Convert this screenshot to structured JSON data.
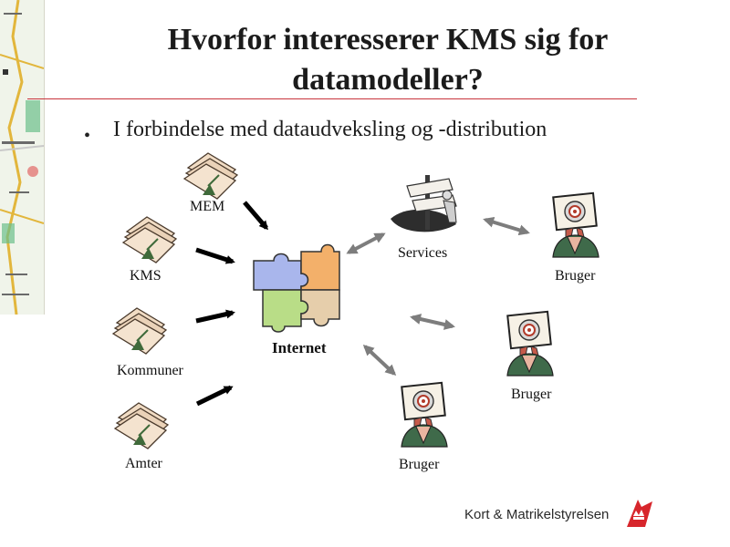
{
  "slide": {
    "title": "Hvorfor interesserer KMS sig for datamodeller?",
    "bullet": "I forbindelse med dataudveksling og -distribution"
  },
  "diagram": {
    "sources": [
      {
        "label": "MEM"
      },
      {
        "label": "KMS"
      },
      {
        "label": "Kommuner"
      },
      {
        "label": "Amter"
      }
    ],
    "hub": {
      "label": "Internet"
    },
    "services": {
      "label": "Services"
    },
    "users": [
      {
        "label": "Bruger"
      },
      {
        "label": "Bruger"
      },
      {
        "label": "Bruger"
      }
    ]
  },
  "footer": {
    "logo_text": "Kort & Matrikelstyrelsen"
  },
  "colors": {
    "title_rule": "#c8343c",
    "arrow_black": "#000000",
    "arrow_gray": "#7d7d7d",
    "puzzle_blue": "#a9b6ec",
    "puzzle_orange": "#f3b06a",
    "puzzle_green": "#b9dd87",
    "puzzle_tan": "#e6ceab",
    "logo_red": "#d7262c"
  }
}
